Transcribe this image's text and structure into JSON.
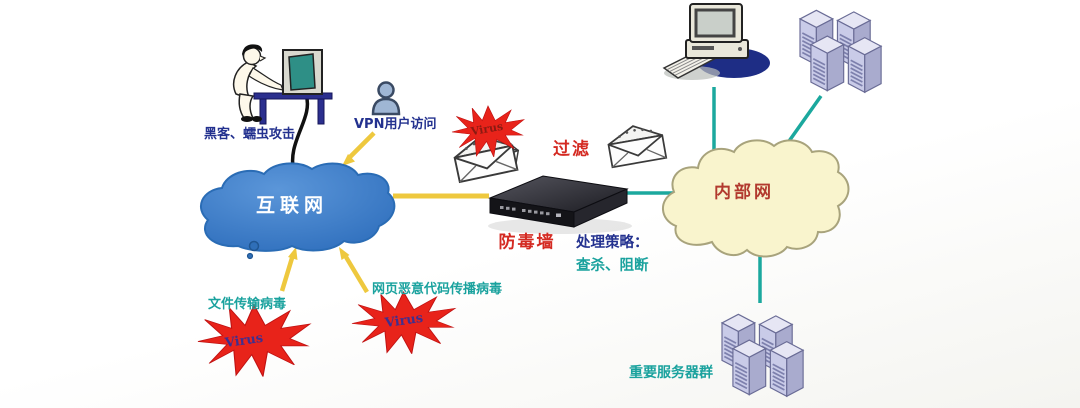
{
  "colors": {
    "arrow_yellow": "#eec83e",
    "link_teal": "#1ba89e",
    "virus_red": "#e8231a",
    "label_teal": "#1aa29e",
    "label_navy": "#23318f",
    "label_red": "#d42a22",
    "internet_cloud_blue": "#3679c8",
    "intranet_cloud_fill": "#f9f4cd"
  },
  "nodes": {
    "hacker": {
      "label": "黑客、蠕虫攻击"
    },
    "vpn_user": {
      "label": "VPN用户访问"
    },
    "internet": {
      "label": "互联网"
    },
    "mail_virus": {
      "virus_label": "Virus"
    },
    "filter": {
      "label": "过滤"
    },
    "firewall": {
      "label": "防毒墙"
    },
    "policy": {
      "title": "处理策略：",
      "actions": "查杀、阻断"
    },
    "intranet": {
      "label": "内部网"
    },
    "file_virus": {
      "label": "文件传输病毒",
      "virus_label": "Virus"
    },
    "web_virus": {
      "label": "网页恶意代码传播病毒",
      "virus_label": "Virus"
    },
    "server_group": {
      "label": "重要服务器群"
    }
  }
}
